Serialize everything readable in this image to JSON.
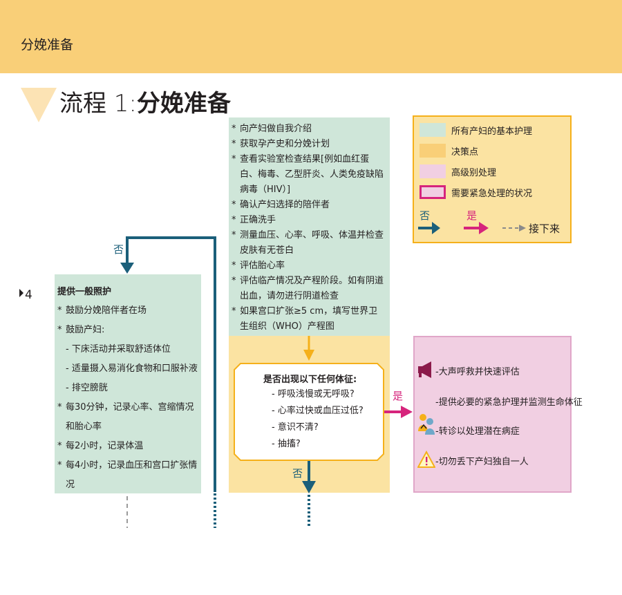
{
  "header": {
    "title": "分娩准备"
  },
  "page": {
    "title_prefix": "流程 1:",
    "title_main": "分娩准备"
  },
  "side_marker": "4",
  "basic_care": {
    "items": [
      "向产妇做自我介绍",
      "获取孕产史和分娩计划",
      "查看实验室检查结果[例如血红蛋白、梅毒、乙型肝炎、人类免疫缺陷病毒（HIV）]",
      "确认产妇选择的陪伴者",
      "正确洗手",
      "测量血压、心率、呼吸、体温并检查皮肤有无苍白",
      "评估胎心率",
      "评估临产情况及产程阶段。如有阴道出血，请勿进行阴道检查",
      "如果宫口扩张≥5 cm，填写世界卫生组织（WHO）产程图"
    ]
  },
  "decision": {
    "heading": "是否出现以下任何体征:",
    "items": [
      "呼吸浅慢或无呼吸?",
      "心率过快或血压过低?",
      "意识不清?",
      "抽搐?"
    ],
    "yes_label": "是",
    "no_label": "否"
  },
  "general_care": {
    "heading": "提供一般照护",
    "items": [
      {
        "kind": "star",
        "text": "鼓励分娩陪伴者在场"
      },
      {
        "kind": "star",
        "text": "鼓励产妇:"
      },
      {
        "kind": "dash",
        "text": "下床活动并采取舒适体位"
      },
      {
        "kind": "dash",
        "text": "适量摄入易消化食物和口服补液"
      },
      {
        "kind": "dash",
        "text": "排空膀胱"
      },
      {
        "kind": "star",
        "text": "每30分钟，记录心率、宫缩情况和胎心率"
      },
      {
        "kind": "star",
        "text": "每2小时，记录体温"
      },
      {
        "kind": "star",
        "text": "每4小时，记录血压和宫口扩张情况"
      }
    ]
  },
  "flow_no_label": "否",
  "legend": {
    "basic": "所有产妇的基本护理",
    "decision": "决策点",
    "advanced": "高级别处理",
    "urgent": "需要紧急处理的状况",
    "no": "否",
    "yes": "是",
    "next": "接下来"
  },
  "urgent": {
    "items": [
      {
        "icon": "megaphone-icon",
        "text": "-大声呼救并快速评估"
      },
      {
        "icon": "",
        "text": "-提供必要的紧急护理并监测生命体征"
      },
      {
        "icon": "referral-icon",
        "text": "-转诊以处理潜在病症"
      },
      {
        "icon": "warning-icon",
        "text": "-切勿丢下产妇独自一人"
      }
    ]
  },
  "colors": {
    "header": "#f9cf78",
    "basic_green": "#cfe6d9",
    "decision_yellow": "#fbe3a2",
    "advanced_pink": "#f1cfe2",
    "urgent_magenta": "#d6247c",
    "no_teal": "#1b5f7a",
    "orange": "#f5b01a"
  }
}
